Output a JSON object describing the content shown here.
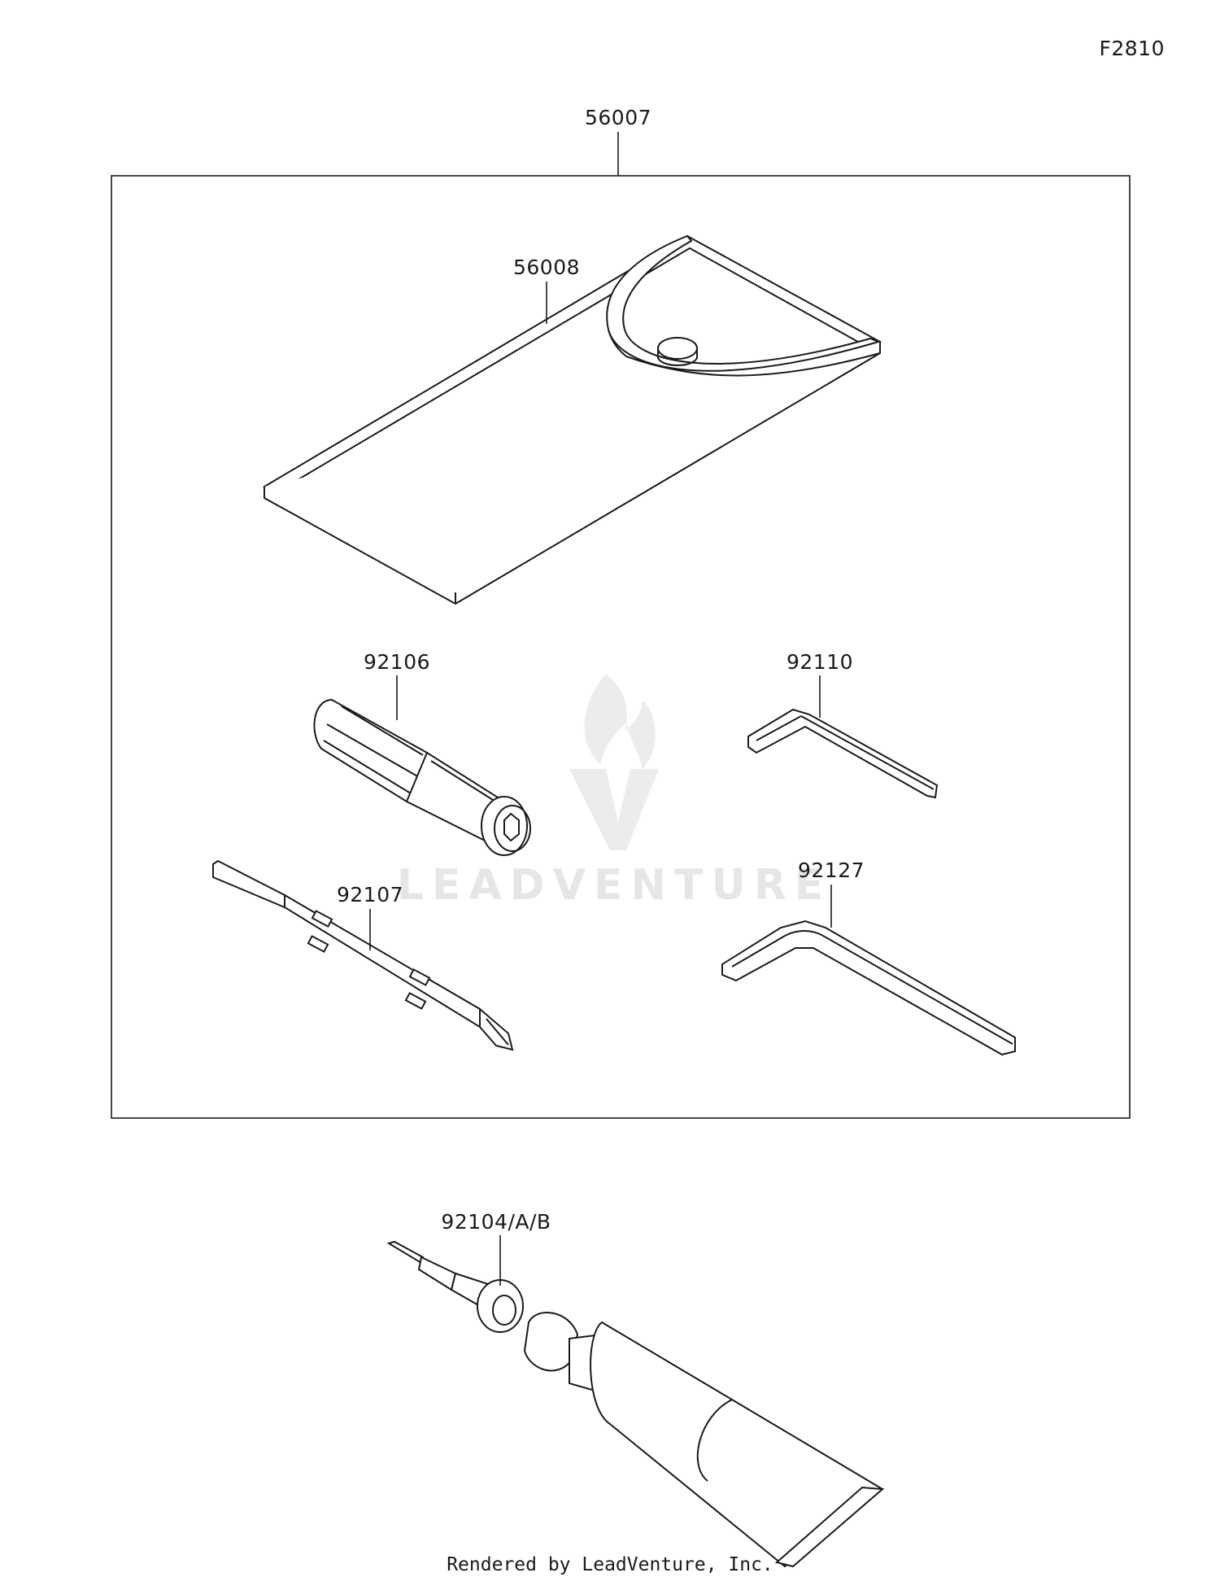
{
  "diagram": {
    "figure_code": "F2810",
    "watermark_text": "LEADVENTURE",
    "footer_text": "Rendered by LeadVenture, Inc.",
    "parts": {
      "kit": "56007",
      "pouch": "56008",
      "handle": "92106",
      "screwdriver": "92107",
      "hex_wrench_small": "92110",
      "hex_wrench_large": "92127",
      "grease": "92104/A/B"
    }
  }
}
